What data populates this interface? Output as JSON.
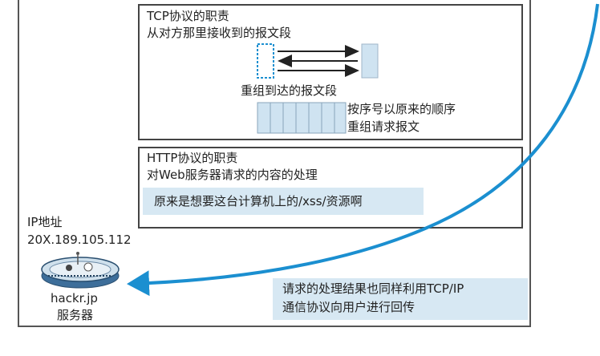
{
  "tcp": {
    "title": "TCP协议的职责",
    "receive": "从对方那里接收到的报文段",
    "reassemble": "重组到达的报文段",
    "order_line1": "按序号以原来的顺序",
    "order_line2": "重组请求报文"
  },
  "http": {
    "title": "HTTP协议的职责",
    "desc": "对Web服务器请求的内容的处理",
    "request": "原来是想要这台计算机上的/xss/资源啊"
  },
  "ip": {
    "label": "IP地址",
    "address": "20X.189.105.112"
  },
  "host": {
    "name": "hackr.jp",
    "role": "服务器"
  },
  "response": {
    "line1": "请求的处理结果也同样利用TCP/IP",
    "line2": "通信协议向用户进行回传"
  },
  "colors": {
    "arrow": "#1b8fd0",
    "segment": "#cfe3f1",
    "highlight": "#d7e8f3"
  }
}
